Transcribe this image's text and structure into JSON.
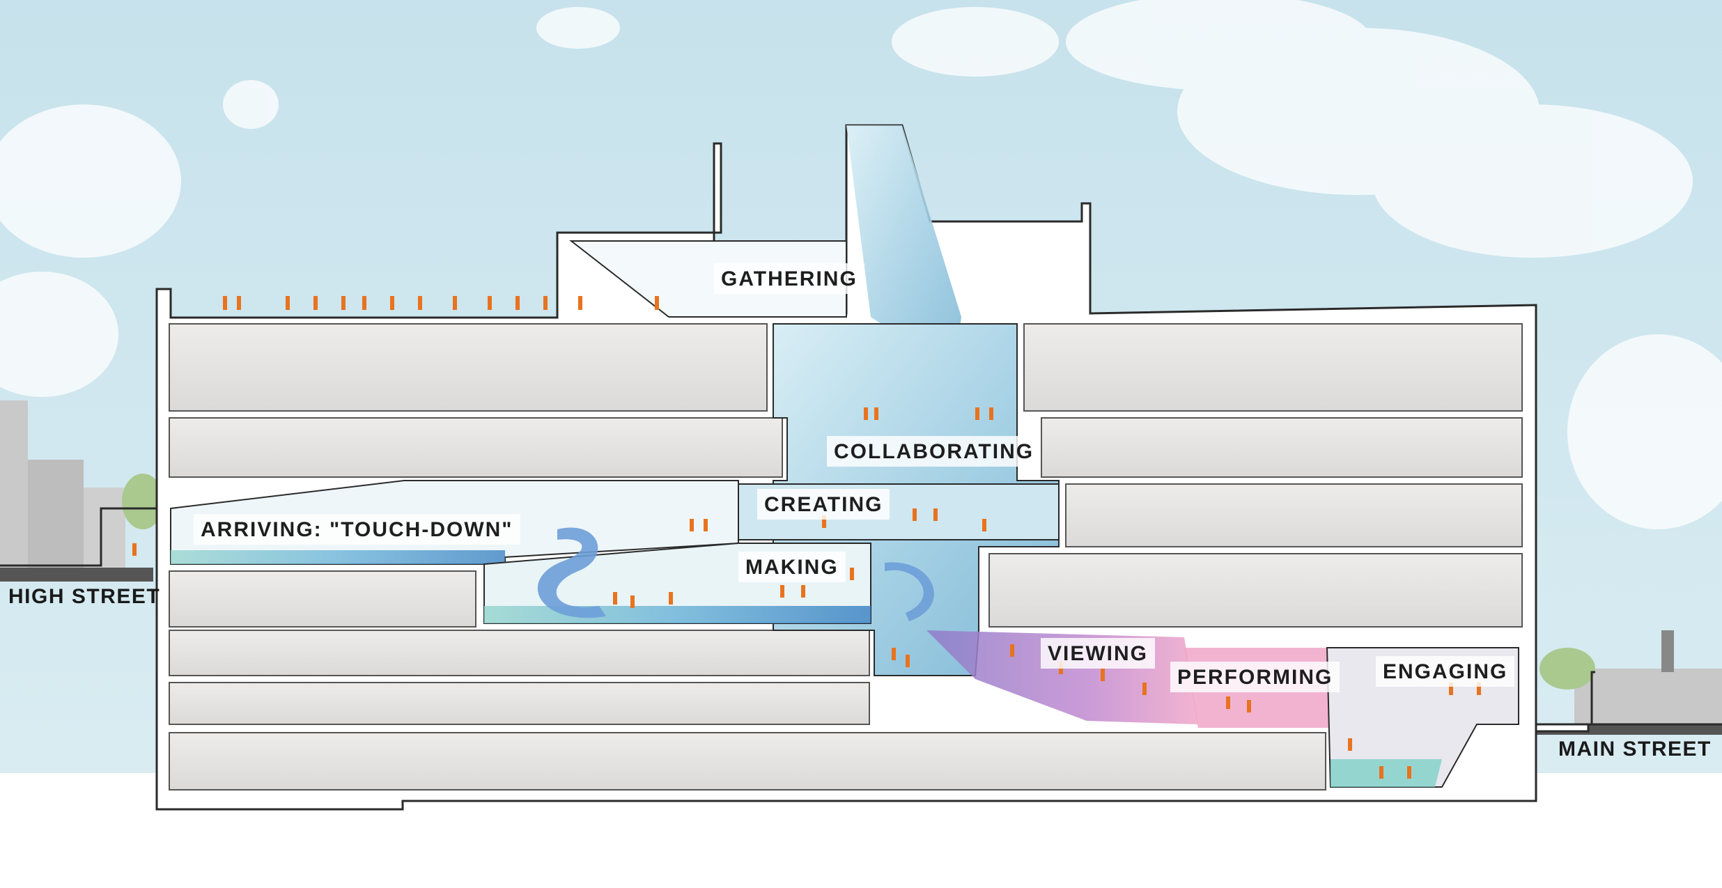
{
  "labels": {
    "gathering": "GATHERING",
    "collaborating": "COLLABORATING",
    "creating": "CREATING",
    "arriving": "ARRIVING: \"TOUCH-DOWN\"",
    "making": "MAKING",
    "viewing": "VIEWING",
    "performing": "PERFORMING",
    "engaging": "ENGAGING"
  },
  "streets": {
    "high": "HIGH STREET",
    "main": "MAIN STREET"
  },
  "colors": {
    "sky": "#cfe6ee",
    "slab": "#e6e4e2",
    "outline": "#2a2a2a",
    "atrium_blue": "#8fc3dc",
    "teal": "#7fcfc8",
    "purple": "#8d7cc8",
    "pink": "#e99ac8",
    "orange_people": "#e8731f"
  }
}
